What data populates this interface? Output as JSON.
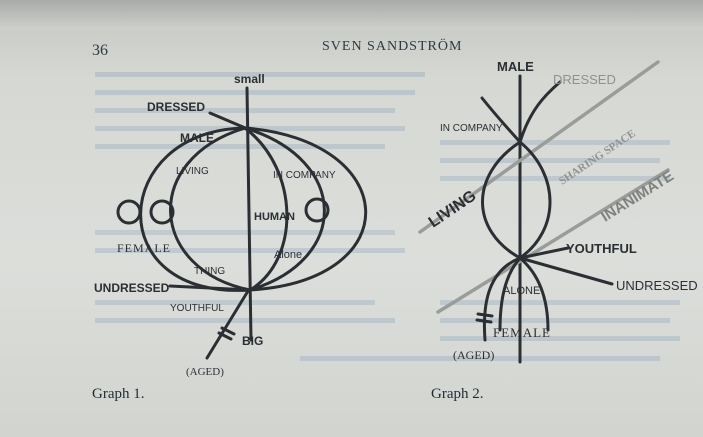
{
  "page": {
    "number": "36",
    "running_head": "SVEN SANDSTRÖM"
  },
  "graph1": {
    "caption": "Graph 1.",
    "labels": {
      "small": "small",
      "dressed": "DRESSED",
      "male": "MALE",
      "living": "LIVING",
      "in_company": "IN COMPANY",
      "human": "HUMAN",
      "female": "FEMALE",
      "thing": "THING",
      "alone": "Alone",
      "undressed": "UNDRESSED",
      "youthful": "YOUTHFUL",
      "big": "BIG",
      "aged": "(AGED)"
    }
  },
  "graph2": {
    "caption": "Graph 2.",
    "labels": {
      "male": "MALE",
      "dressed": "DRESSED",
      "in_company": "IN COMPANY",
      "sharing_space": "SHARING SPACE",
      "living": "LIVING",
      "inanimate": "INANIMATE",
      "youthful": "YOUTHFUL",
      "undressed": "UNDRESSED",
      "alone": "ALONE",
      "female": "FEMALE",
      "aged": "(AGED)"
    }
  },
  "colors": {
    "paper": "#dcdedb",
    "ink": "#2b2f33",
    "grey_ink": "#9a9c9a"
  }
}
